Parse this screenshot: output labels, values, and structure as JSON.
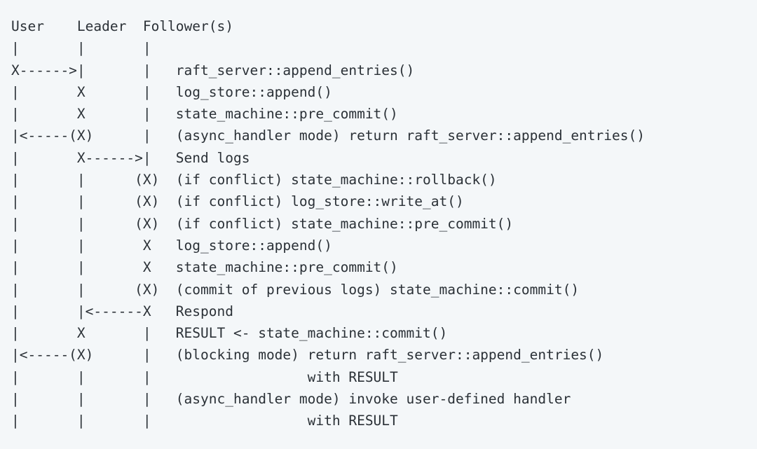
{
  "diagram": {
    "kind": "ascii-sequence-diagram",
    "background_color": "#f4f7f9",
    "text_color": "#2b3137",
    "columns": {
      "user_label": "User",
      "leader_label": "Leader",
      "followers_label": "Follower(s)",
      "user_char_col": 0,
      "leader_char_col": 9,
      "followers_char_col": 19,
      "description_char_col": 23
    },
    "header_row": "User    Leader  Follower(s)",
    "lines": [
      "User    Leader  Follower(s)",
      "|       |       |",
      "X------>|       |   raft_server::append_entries()",
      "|       X       |   log_store::append()",
      "|       X       |   state_machine::pre_commit()",
      "|<-----(X)      |   (async_handler mode) return raft_server::append_entries()",
      "|       X------>|   Send logs",
      "|       |      (X)  (if conflict) state_machine::rollback()",
      "|       |      (X)  (if conflict) log_store::write_at()",
      "|       |      (X)  (if conflict) state_machine::pre_commit()",
      "|       |       X   log_store::append()",
      "|       |       X   state_machine::pre_commit()",
      "|       |      (X)  (commit of previous logs) state_machine::commit()",
      "|       |<------X   Respond",
      "|       X       |   RESULT <- state_machine::commit()",
      "|<-----(X)      |   (blocking mode) return raft_server::append_entries()",
      "|       |       |                   with RESULT",
      "|       |       |   (async_handler mode) invoke user-defined handler",
      "|       |       |                   with RESULT"
    ],
    "steps": [
      {
        "actor_markers": "X------>|       |",
        "description": "raft_server::append_entries()",
        "from": "User",
        "to": "Leader",
        "type": "message"
      },
      {
        "actor_markers": "|       X       |",
        "description": "log_store::append()",
        "from": "Leader",
        "to": "Leader",
        "type": "activity"
      },
      {
        "actor_markers": "|       X       |",
        "description": "state_machine::pre_commit()",
        "from": "Leader",
        "to": "Leader",
        "type": "activity"
      },
      {
        "actor_markers": "|<-----(X)      |",
        "description": "(async_handler mode) return raft_server::append_entries()",
        "from": "Leader",
        "to": "User",
        "type": "optional-return"
      },
      {
        "actor_markers": "|       X------>|",
        "description": "Send logs",
        "from": "Leader",
        "to": "Follower(s)",
        "type": "message"
      },
      {
        "actor_markers": "|       |      (X)",
        "description": "(if conflict) state_machine::rollback()",
        "from": "Follower(s)",
        "to": "Follower(s)",
        "type": "optional-activity"
      },
      {
        "actor_markers": "|       |      (X)",
        "description": "(if conflict) log_store::write_at()",
        "from": "Follower(s)",
        "to": "Follower(s)",
        "type": "optional-activity"
      },
      {
        "actor_markers": "|       |      (X)",
        "description": "(if conflict) state_machine::pre_commit()",
        "from": "Follower(s)",
        "to": "Follower(s)",
        "type": "optional-activity"
      },
      {
        "actor_markers": "|       |       X",
        "description": "log_store::append()",
        "from": "Follower(s)",
        "to": "Follower(s)",
        "type": "activity"
      },
      {
        "actor_markers": "|       |       X",
        "description": "state_machine::pre_commit()",
        "from": "Follower(s)",
        "to": "Follower(s)",
        "type": "activity"
      },
      {
        "actor_markers": "|       |      (X)",
        "description": "(commit of previous logs) state_machine::commit()",
        "from": "Follower(s)",
        "to": "Follower(s)",
        "type": "optional-activity"
      },
      {
        "actor_markers": "|       |<------X",
        "description": "Respond",
        "from": "Follower(s)",
        "to": "Leader",
        "type": "message"
      },
      {
        "actor_markers": "|       X       |",
        "description": "RESULT <- state_machine::commit()",
        "from": "Leader",
        "to": "Leader",
        "type": "activity"
      },
      {
        "actor_markers": "|<-----(X)      |",
        "description": "(blocking mode) return raft_server::append_entries()",
        "from": "Leader",
        "to": "User",
        "type": "optional-return"
      },
      {
        "actor_markers": "|       |       |",
        "description": "                with RESULT",
        "from": "",
        "to": "",
        "type": "continuation"
      },
      {
        "actor_markers": "|       |       |",
        "description": "(async_handler mode) invoke user-defined handler",
        "from": "",
        "to": "",
        "type": "note"
      },
      {
        "actor_markers": "|       |       |",
        "description": "                with RESULT",
        "from": "",
        "to": "",
        "type": "continuation"
      }
    ]
  }
}
